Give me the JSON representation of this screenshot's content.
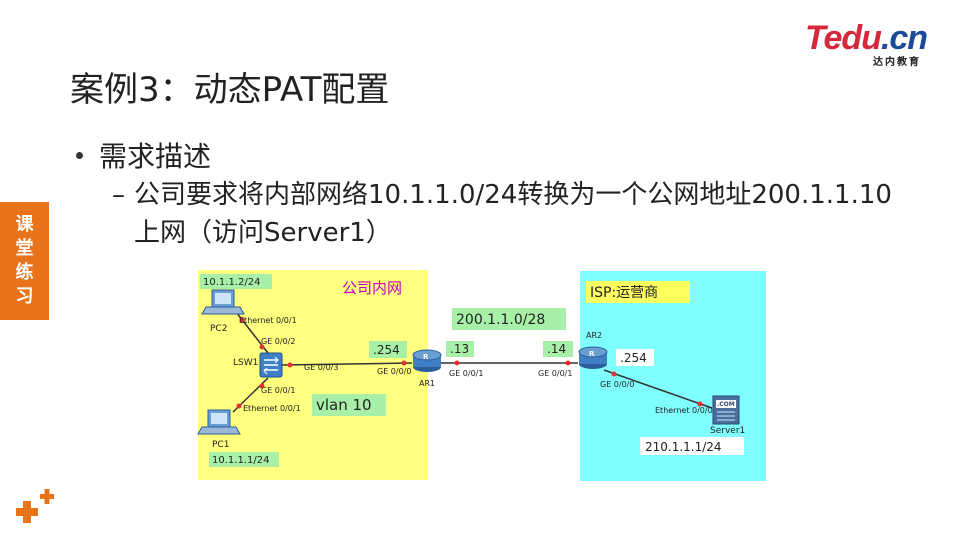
{
  "logo": {
    "text_main_a": "Tedu",
    "text_main_b": ".cn",
    "text_sub": "达内教育"
  },
  "slide": {
    "title": "案例3：动态PAT配置",
    "bullet": "需求描述",
    "sub_line1": "公司要求将内部网络10.1.1.0/24转换为一个公网地址200.1.1.10",
    "sub_line2": "上网（访问Server1）",
    "side_tag": [
      "课",
      "堂",
      "练",
      "习"
    ]
  },
  "diagram": {
    "zone_company": "公司内网",
    "zone_isp": "ISP:运营商",
    "pc2_ip": "10.1.1.2/24",
    "pc1_ip": "10.1.1.1/24",
    "public_net": "200.1.1.0/28",
    "vlan": "vlan 10",
    "ar1_ip": ".254",
    "ar1_wan_ip": ".13",
    "ar2_wan_ip": ".14",
    "ar2_lan_ip": ".254",
    "server_ip": "210.1.1.1/24",
    "pc2_name": "PC2",
    "pc1_name": "PC1",
    "lsw1_name": "LSW1",
    "ar1_name": "AR1",
    "ar2_name": "AR2",
    "server_name": "Server1",
    "port_pc2": "Ethernet 0/0/1",
    "port_lsw_up": "GE 0/0/2",
    "port_lsw_right": "GE 0/0/3",
    "port_lsw_down": "GE 0/0/1",
    "port_pc1": "Ethernet 0/0/1",
    "port_ar1_left": "GE 0/0/0",
    "port_ar1_right": "GE 0/0/1",
    "port_ar2_left": "GE 0/0/1",
    "port_ar2_down": "GE 0/0/0",
    "port_server": "Ethernet 0/0/0",
    "server_badge": ".COM"
  },
  "colors": {
    "zone_yellow": "#ffff80",
    "zone_cyan": "#80ffff",
    "label_green": "#a8f0a8",
    "accent_orange": "#e8731b",
    "link_dot": "#e83030"
  }
}
